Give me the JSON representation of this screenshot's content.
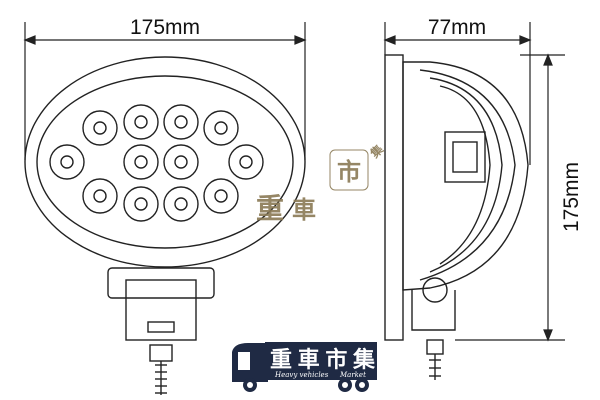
{
  "dimensions": {
    "front_width": "175mm",
    "side_depth": "77mm",
    "height": "175mm"
  },
  "watermark": {
    "chars": [
      "重",
      "車",
      "市",
      "集"
    ]
  },
  "logo": {
    "cn_text": "重車市集",
    "en_left": "Heavy vehicles",
    "en_right": "Market"
  },
  "colors": {
    "line": "#222222",
    "watermark": "#8a7a55",
    "logo": "#1f2a44"
  }
}
